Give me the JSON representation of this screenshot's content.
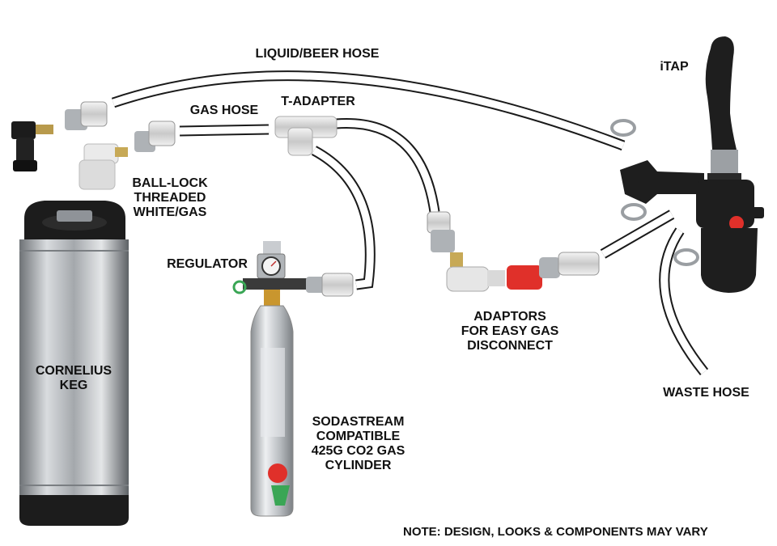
{
  "labels": {
    "liquid_hose": "LIQUID/BEER HOSE",
    "gas_hose": "GAS HOSE",
    "t_adapter": "T-ADAPTER",
    "itap": "iTAP",
    "ball_lock": "BALL-LOCK\nTHREADED\nWHITE/GAS",
    "regulator": "REGULATOR",
    "cornelius_keg": "CORNELIUS\nKEG",
    "adaptors": "ADAPTORS\nFOR EASY GAS\nDISCONNECT",
    "waste_hose": "WASTE HOSE",
    "sodastream": "SODASTREAM\nCOMPATIBLE\n425G CO2 GAS\nCYLINDER",
    "note": "NOTE: DESIGN, LOOKS & COMPONENTS MAY VARY"
  },
  "colors": {
    "hose": "#ffffff",
    "hose_outline": "#1a1a1a",
    "steel": "#b8bcc0",
    "rubber": "#1c1c1c",
    "fitting_white": "#e6e6e6",
    "red_disconnect": "#e0302a",
    "brass": "#c9962e",
    "green_ring": "#3aa655",
    "itap_black": "#1e1e1e"
  }
}
